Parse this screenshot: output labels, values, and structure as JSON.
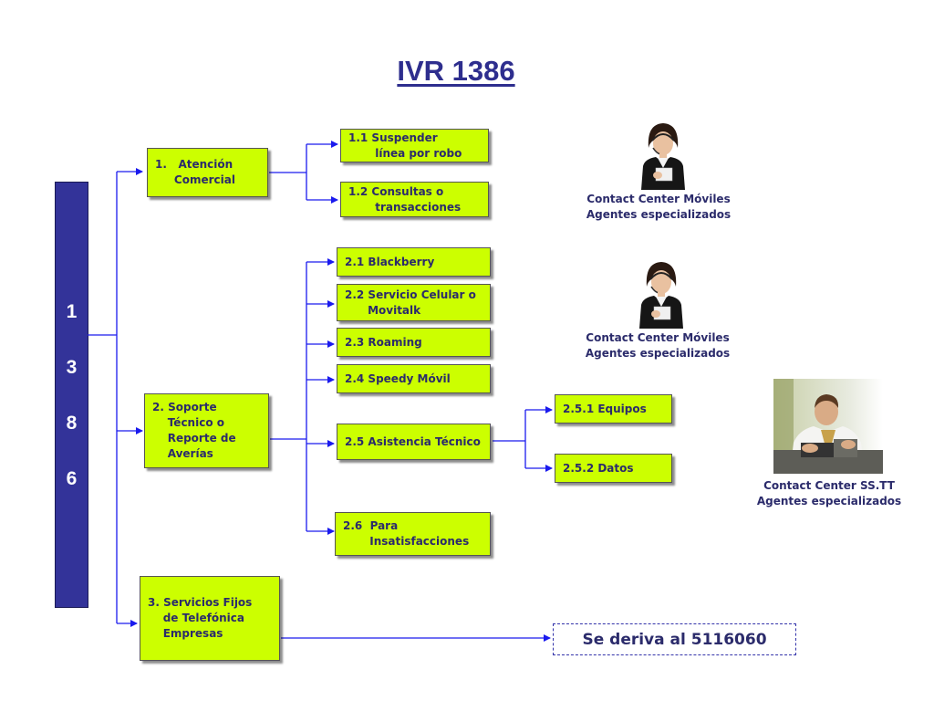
{
  "title": "IVR 1386",
  "main_bar": {
    "digits": [
      "1",
      "3",
      "8",
      "6"
    ]
  },
  "nodes": {
    "n1": "1.   Atención\n     Comercial",
    "n1_1": "1.1 Suspender\n       línea por robo",
    "n1_2": "1.2 Consultas o\n       transacciones",
    "n2": "2. Soporte\n    Técnico o\n    Reporte de\n    Averías",
    "n2_1": "2.1 Blackberry",
    "n2_2": "2.2 Servicio Celular o\n      Movitalk",
    "n2_3": "2.3 Roaming",
    "n2_4": "2.4 Speedy Móvil",
    "n2_5": "2.5 Asistencia Técnico",
    "n2_6": "2.6  Para\n       Insatisfacciones",
    "n2_5_1": "2.5.1 Equipos",
    "n2_5_2": "2.5.2 Datos",
    "n3": "3. Servicios Fijos\n    de Telefónica\n    Empresas"
  },
  "deriva": "Se deriva al 5116060",
  "contact_centers": [
    {
      "label": "Contact Center Móviles\nAgentes especializados",
      "icon": "call-center-agent-photo"
    },
    {
      "label": "Contact Center Móviles\nAgentes especializados",
      "icon": "call-center-agent-photo"
    },
    {
      "label": "Contact Center SS.TT\nAgentes especializados",
      "icon": "technician-photo"
    }
  ],
  "colors": {
    "node_fill": "#ccff00",
    "main_bar": "#333399",
    "connector": "#1a1aee",
    "text": "#2b2b6b"
  }
}
